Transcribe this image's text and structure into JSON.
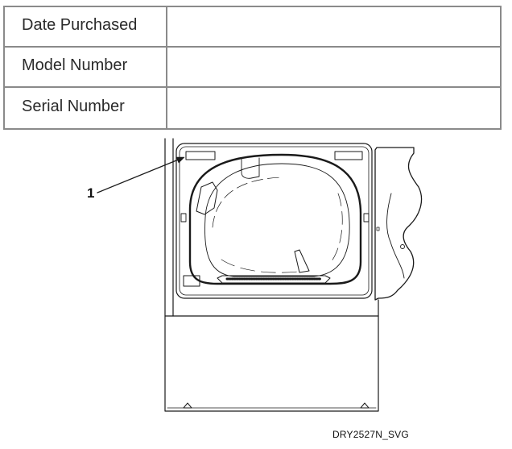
{
  "record_table": {
    "rows": [
      {
        "label": "Date Purchased",
        "value": ""
      },
      {
        "label": "Model Number",
        "value": ""
      },
      {
        "label": "Serial Number",
        "value": ""
      }
    ]
  },
  "illustration": {
    "callout_number": "1",
    "figure_code": "DRY2527N_SVG"
  }
}
